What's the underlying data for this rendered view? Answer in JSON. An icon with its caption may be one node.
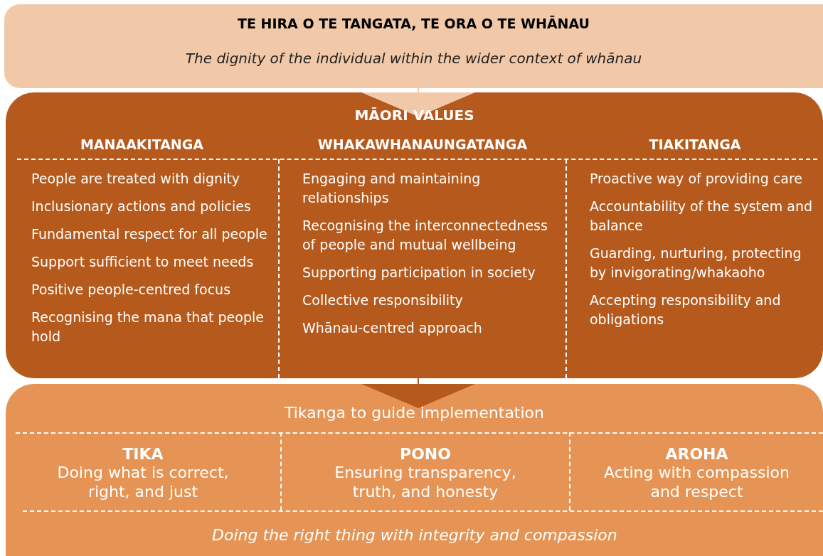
{
  "diagram": {
    "nodes": [
      {
        "text": [
          "TE HIRA O TE TANGATA, TE ORA O TE WHĀNAU",
          "The dignity of the individual within the wider context of whānau"
        ]
      },
      {
        "text": [
          "MĀORI VALUES"
        ]
      },
      {
        "text": [
          "MANAAKITANGA",
          "People are treated with dignity",
          "Inclusionary actions and policies",
          "Fundamental respect for all people",
          "Support sufficient to meet needs",
          "Positive people-centred focus",
          "Recognising the mana that people hold"
        ],
        "in": 1
      },
      {
        "text": [
          "WHAKAWHANAUNGATANGA",
          "Engaging and maintaining relationships",
          "Recognising the interconnectedness of people and mutual wellbeing",
          "Supporting participation in society",
          "Collective responsibility",
          "Whānau-centred approach"
        ],
        "in": 1
      },
      {
        "text": [
          "TIAKITANGA",
          "Proactive way of providing care",
          "Accountability of the system and balance",
          "Guarding, nurturing, protecting by invigorating/whakaoho",
          "Accepting responsibility and obligations"
        ],
        "in": 1
      },
      {
        "text": [
          "Tikanga to guide implementation",
          "Doing the right thing with integrity and compassion"
        ]
      },
      {
        "text": [
          "TIKA",
          "Doing what is correct, right, and just"
        ],
        "in": 5
      },
      {
        "text": [
          "PONO",
          "Ensuring transparency, truth, and honesty"
        ],
        "in": 5
      },
      {
        "text": [
          "AROHA",
          "Acting with compassion and respect"
        ],
        "in": 5
      }
    ],
    "edges": [
      {
        "from": 0,
        "to": 1,
        "arrow": "to",
        "color": "#f2c9a8"
      },
      {
        "from": 1,
        "to": 5,
        "arrow": "to",
        "color": "#b55a1c"
      }
    ]
  }
}
